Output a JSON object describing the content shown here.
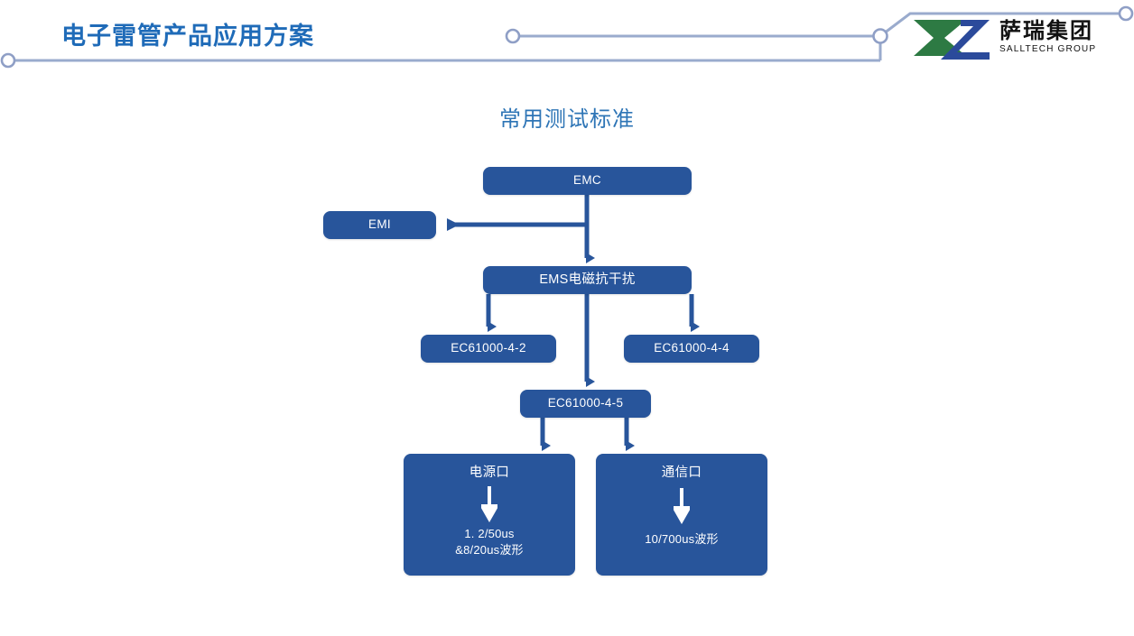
{
  "header": {
    "title": "电子雷管产品应用方案",
    "title_color": "#1f6bb8",
    "decoration_color": "#9aabcd"
  },
  "logo": {
    "name_cn": "萨瑞集团",
    "name_en": "SALLTECH GROUP",
    "mark_green": "#2d7a43",
    "mark_blue": "#2b4a9b"
  },
  "diagram": {
    "title": "常用测试标准",
    "title_color": "#2e75b6",
    "node_fill": "#28559b",
    "node_text": "#ffffff",
    "connector_color": "#28559b",
    "nodes": {
      "emc": {
        "label": "EMC"
      },
      "emi": {
        "label": "EMI"
      },
      "ems": {
        "label": "EMS电磁抗干扰"
      },
      "ec61000_4_2": {
        "label": "EC61000-4-2"
      },
      "ec61000_4_4": {
        "label": "EC61000-4-4"
      },
      "ec61000_4_5": {
        "label": "EC61000-4-5"
      },
      "power_port": {
        "label": "电源口",
        "sub": "1. 2/50us\n&8/20us波形"
      },
      "comm_port": {
        "label": "通信口",
        "sub": "10/700us波形"
      }
    }
  }
}
